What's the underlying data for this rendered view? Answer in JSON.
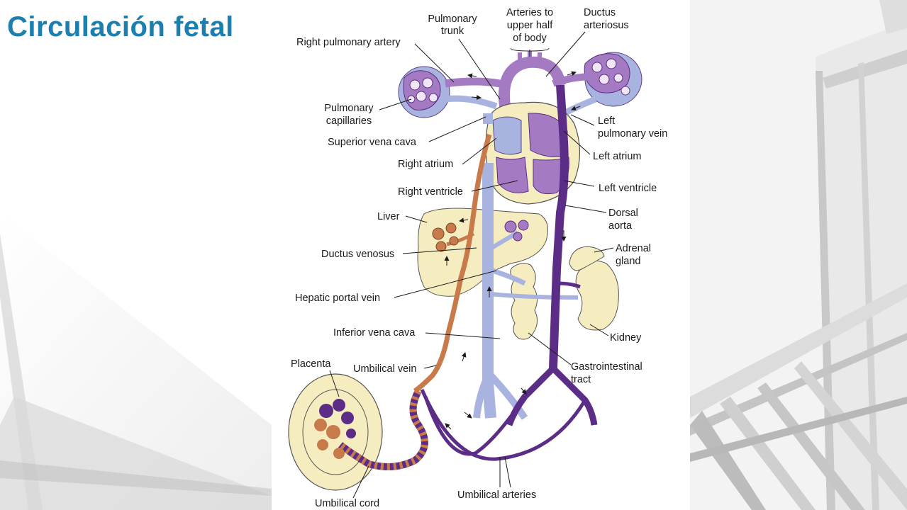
{
  "slide": {
    "title": "Circulación fetal"
  },
  "colors": {
    "title": "#1c7fae",
    "oxygenated": "#c97a4b",
    "deoxygenated": "#5b2d86",
    "mixed_light": "#a9b3e0",
    "mixed_purple": "#a47bc2",
    "organ_fill": "#f5edc0"
  },
  "labels": {
    "pulmonary_trunk": [
      "Pulmonary",
      "trunk"
    ],
    "arteries_upper": [
      "Arteries to",
      "upper half",
      "of body"
    ],
    "ductus_arteriosus": [
      "Ductus",
      "arteriosus"
    ],
    "right_pulmonary_artery": "Right pulmonary artery",
    "pulmonary_capillaries": [
      "Pulmonary",
      "capillaries"
    ],
    "left_pulmonary_vein": [
      "Left",
      "pulmonary vein"
    ],
    "superior_vena_cava": "Superior vena cava",
    "left_atrium": "Left atrium",
    "right_atrium": "Right atrium",
    "right_ventricle": "Right ventricle",
    "left_ventricle": "Left ventricle",
    "dorsal_aorta": [
      "Dorsal",
      "aorta"
    ],
    "liver": "Liver",
    "adrenal_gland": [
      "Adrenal",
      "gland"
    ],
    "ductus_venosus": "Ductus venosus",
    "hepatic_portal_vein": "Hepatic portal vein",
    "kidney": "Kidney",
    "inferior_vena_cava": "Inferior vena cava",
    "placenta": "Placenta",
    "umbilical_vein": "Umbilical vein",
    "gastrointestinal_tract": [
      "Gastrointestinal",
      "tract"
    ],
    "umbilical_arteries": "Umbilical arteries",
    "umbilical_cord": "Umbilical cord"
  }
}
